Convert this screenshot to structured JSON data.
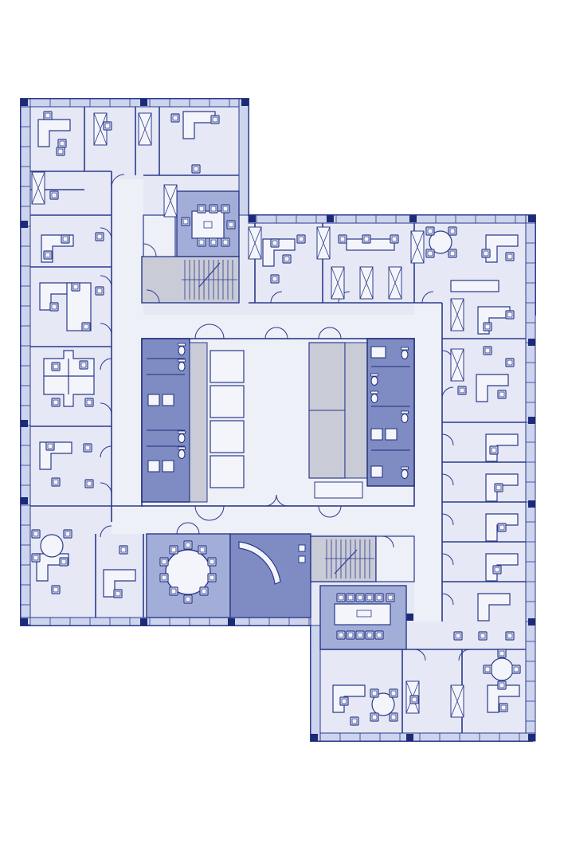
{
  "diagram": {
    "type": "office-floor-plan",
    "labels": []
  },
  "colors": {
    "background": "#ffffff",
    "floor": "#e6e9f5",
    "wall": "#2b3a8c",
    "dark_column": "#1c2a78",
    "window_band": "#cdd4ee",
    "core_grey": "#c9cbd6",
    "restroom_blue": "#7f8cc4",
    "conference_blue": "#a3aed8",
    "furniture_line": "#2b3a8c",
    "furniture_fill": "#f4f5fb"
  },
  "rooms": [
    {
      "id": "office-nw-1",
      "kind": "private-office"
    },
    {
      "id": "office-nw-2",
      "kind": "private-office"
    },
    {
      "id": "office-nw-3",
      "kind": "private-office"
    },
    {
      "id": "office-w-1",
      "kind": "private-office"
    },
    {
      "id": "office-w-2",
      "kind": "private-office"
    },
    {
      "id": "office-w-3",
      "kind": "private-office"
    },
    {
      "id": "office-w-4",
      "kind": "private-office"
    },
    {
      "id": "office-sw-1",
      "kind": "private-office"
    },
    {
      "id": "office-sw-2",
      "kind": "private-office"
    },
    {
      "id": "office-n-1",
      "kind": "private-office"
    },
    {
      "id": "office-n-2",
      "kind": "private-office"
    },
    {
      "id": "office-ne-1",
      "kind": "private-office"
    },
    {
      "id": "office-e-1",
      "kind": "private-office"
    },
    {
      "id": "office-e-2",
      "kind": "private-office"
    },
    {
      "id": "office-e-3",
      "kind": "private-office"
    },
    {
      "id": "office-e-4",
      "kind": "private-office"
    },
    {
      "id": "office-e-5",
      "kind": "private-office"
    },
    {
      "id": "office-se-1",
      "kind": "private-office"
    },
    {
      "id": "office-se-2",
      "kind": "private-office"
    },
    {
      "id": "office-s-1",
      "kind": "private-office"
    },
    {
      "id": "office-s-2",
      "kind": "private-office"
    },
    {
      "id": "conference-north",
      "kind": "conference-room"
    },
    {
      "id": "conference-round",
      "kind": "conference-room"
    },
    {
      "id": "conference-south",
      "kind": "conference-room"
    },
    {
      "id": "reception",
      "kind": "reception"
    },
    {
      "id": "stair-north",
      "kind": "stair"
    },
    {
      "id": "stair-south",
      "kind": "stair"
    },
    {
      "id": "restroom-west",
      "kind": "restroom"
    },
    {
      "id": "restroom-east",
      "kind": "restroom"
    },
    {
      "id": "elevator-bank",
      "kind": "elevators"
    },
    {
      "id": "core-lobby",
      "kind": "lobby"
    }
  ]
}
